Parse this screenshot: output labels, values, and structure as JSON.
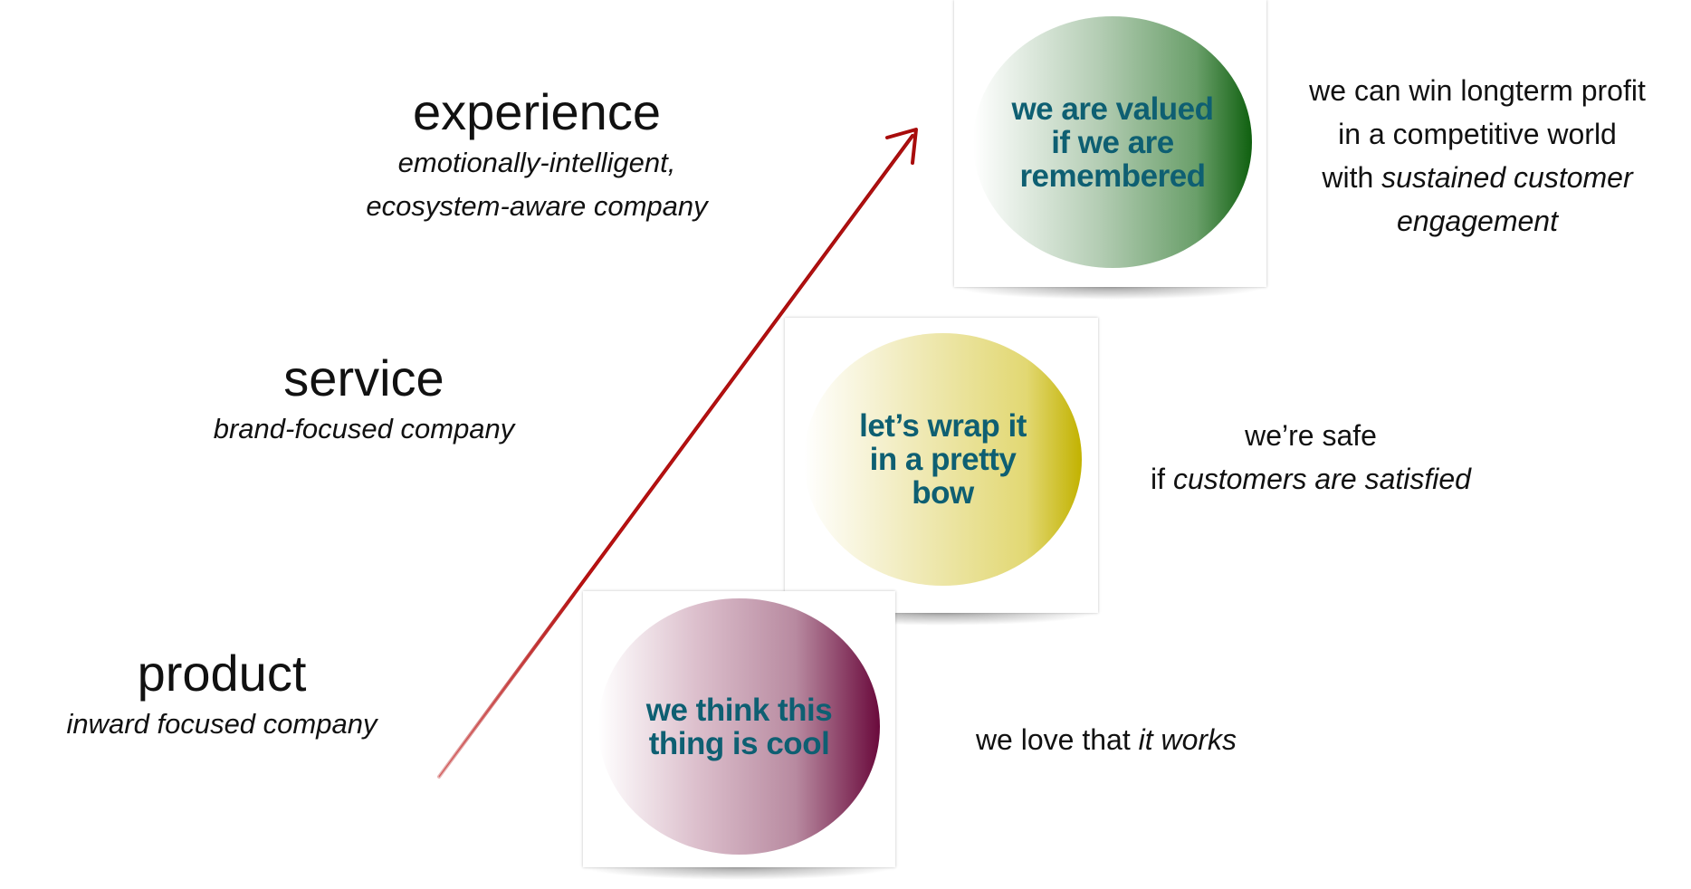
{
  "levels": [
    {
      "title": "experience",
      "subtitle_lines": [
        "emotionally-intelligent,",
        "ecosystem-aware company"
      ]
    },
    {
      "title": "service",
      "subtitle_lines": [
        "brand-focused company"
      ]
    },
    {
      "title": "product",
      "subtitle_lines": [
        "inward focused company"
      ]
    }
  ],
  "bubbles": {
    "experience": {
      "lines": [
        "we are valued",
        "if we are",
        "remembered"
      ],
      "color": "#1e6b1e"
    },
    "service": {
      "lines": [
        "let’s wrap it",
        "in a pretty",
        "bow"
      ],
      "color": "#c4b400"
    },
    "product": {
      "lines": [
        "we think this",
        "thing is cool"
      ],
      "color": "#6e0f3f"
    }
  },
  "descriptions": {
    "experience": {
      "line1": "we can win longterm profit",
      "line2": "in a competitive world",
      "line3_plain": "with ",
      "line3_italic": "sustained customer",
      "line4_italic": "engagement"
    },
    "service": {
      "line1": "we’re safe",
      "line2_plain": "if ",
      "line2_italic": "customers are satisfied"
    },
    "product": {
      "plain": "we love that ",
      "italic": "it works"
    }
  },
  "colors": {
    "bubble_text": "#0e5f72",
    "arrow": "#b00d0d"
  }
}
